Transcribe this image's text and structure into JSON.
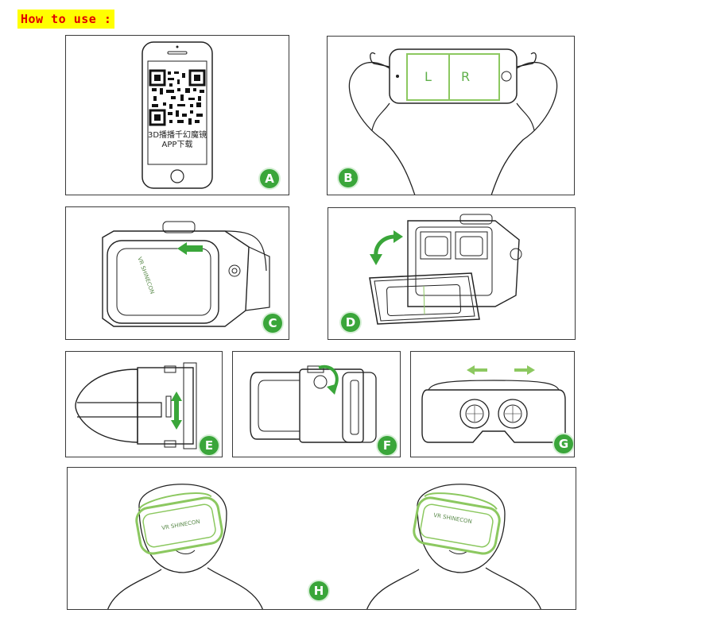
{
  "header": {
    "title": "How to use :"
  },
  "panels": {
    "a": {
      "badge": "A",
      "qr_caption_line1": "3D播播千幻魔镜",
      "qr_caption_line2": "APP下载"
    },
    "b": {
      "badge": "B",
      "left_label": "L",
      "right_label": "R"
    },
    "c": {
      "badge": "C",
      "logo": "VR SHINECON"
    },
    "d": {
      "badge": "D"
    },
    "e": {
      "badge": "E"
    },
    "f": {
      "badge": "F"
    },
    "g": {
      "badge": "G"
    },
    "h": {
      "badge": "H",
      "logo_left": "VR SHINECON",
      "logo_right": "VR SHINECON"
    }
  },
  "colors": {
    "accent_green": "#3aa63a",
    "line_green": "#8cc860",
    "title_bg": "#ffff00",
    "title_text": "#e00000"
  }
}
